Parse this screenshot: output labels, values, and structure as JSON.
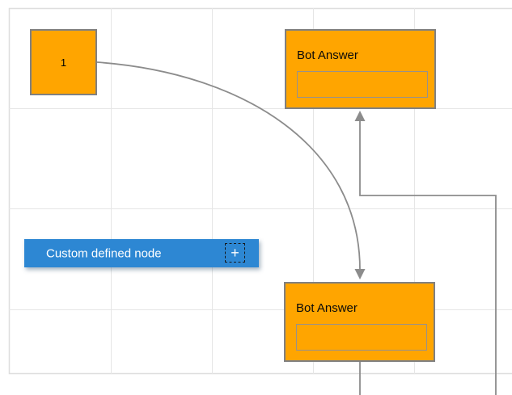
{
  "diagram": {
    "start_node": {
      "label": "1"
    },
    "bot_answer_top": {
      "title": "Bot Answer",
      "input_value": ""
    },
    "bot_answer_bottom": {
      "title": "Bot Answer",
      "input_value": ""
    },
    "custom_node": {
      "label": "Custom defined node",
      "add_button": "+"
    }
  },
  "colors": {
    "node_fill": "#ffa500",
    "node_border": "#808080",
    "custom_node_fill": "#2d87d3",
    "connector": "#8c8c8c",
    "grid": "#e6e6e6"
  }
}
